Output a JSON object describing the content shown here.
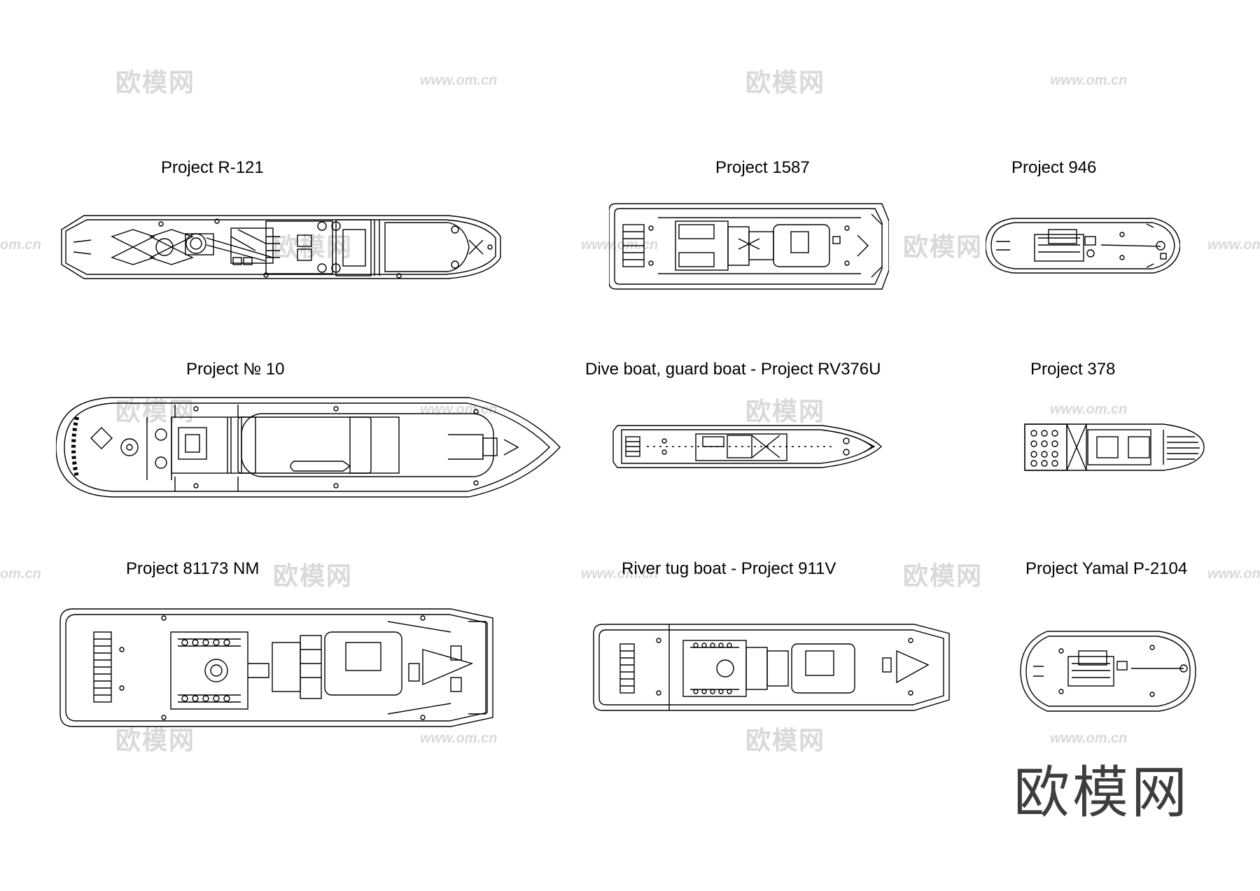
{
  "titles": {
    "r121": "Project  R-121",
    "p1587": "Project  1587",
    "p946": "Project   946",
    "no10": "Project  № 10",
    "rv376u": "Dive boat, guard boat - Project RV376U",
    "p378": "Project  378",
    "p81173": "Project  81173 NM",
    "p911v": "River tug boat - Project 911V",
    "yamal": "Project  Yamal  P-2104"
  },
  "watermark": {
    "cn": "欧模网",
    "url": "www.om.cn",
    "url_partial": "om.cn"
  },
  "logo": "欧模网",
  "colors": {
    "line": "#000000",
    "watermark": "#d9d9d9",
    "logo": "#3d3d3d"
  }
}
